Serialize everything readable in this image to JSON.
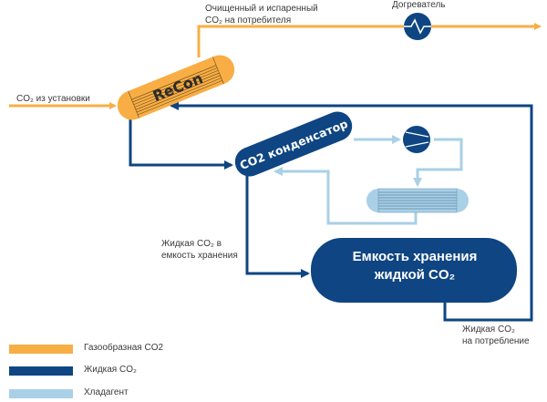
{
  "diagram": {
    "colors": {
      "gas_co2": "#f8ae45",
      "liquid_co2": "#0e4582",
      "refrigerant": "#a9d0e6"
    },
    "labels": {
      "recon": "ReCon",
      "co2_in": "CO₂ из установки",
      "purified_line1": "Очищенный и испаренный",
      "purified_line2": "CO₂ на потребителя",
      "reheater": "Догреватель",
      "condenser": "CO2 конденсатор",
      "liquid_to_storage_line1": "Жидкая CO₂ в",
      "liquid_to_storage_line2": "емкость хранения",
      "tank_line1": "Емкость хранения",
      "tank_line2": "жидкой CO₂",
      "liquid_to_consumption_line1": "Жидкая CO₂",
      "liquid_to_consumption_line2": "на потребление"
    },
    "icons": {
      "reheater": "heater-wave-icon",
      "compressor": "compressor-icon",
      "heat_exchanger": "heat-exchanger-icon"
    }
  },
  "legend": {
    "items": [
      {
        "label": "Газообразная CO2",
        "color": "#f8ae45"
      },
      {
        "label": "Жидкая CO₂",
        "color": "#0e4582"
      },
      {
        "label": "Хладагент",
        "color": "#a9d0e6"
      }
    ]
  }
}
